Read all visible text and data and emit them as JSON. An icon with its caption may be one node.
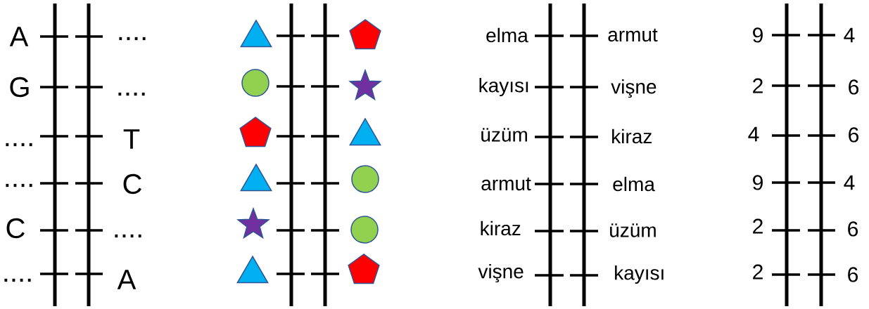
{
  "diagram": {
    "nodes": [
      {
        "text": [],
        "shape": "triangle"
      },
      {
        "text": [],
        "shape": "pentagon"
      },
      {
        "text": [],
        "shape": "circle"
      },
      {
        "text": [],
        "shape": "star"
      },
      {
        "text": [],
        "shape": "pentagon"
      },
      {
        "text": [],
        "shape": "triangle"
      },
      {
        "text": [],
        "shape": "triangle"
      },
      {
        "text": [],
        "shape": "circle"
      },
      {
        "text": [],
        "shape": "star"
      },
      {
        "text": [],
        "shape": "circle"
      },
      {
        "text": [],
        "shape": "triangle"
      },
      {
        "text": [],
        "shape": "pentagon"
      }
    ],
    "labels": [
      "A",
      "....",
      "elma",
      "armut",
      "9",
      "4",
      "G",
      "....",
      "kayısı",
      "vişne",
      "2",
      "6",
      "....",
      "T",
      "üzüm",
      "kiraz",
      "4",
      "6",
      "....",
      "C",
      "armut",
      "elma",
      "9",
      "4",
      "C",
      "....",
      "kiraz",
      "üzüm",
      "2",
      "6",
      "....",
      "A",
      "vişne",
      "kayısı",
      "2",
      "6"
    ]
  }
}
